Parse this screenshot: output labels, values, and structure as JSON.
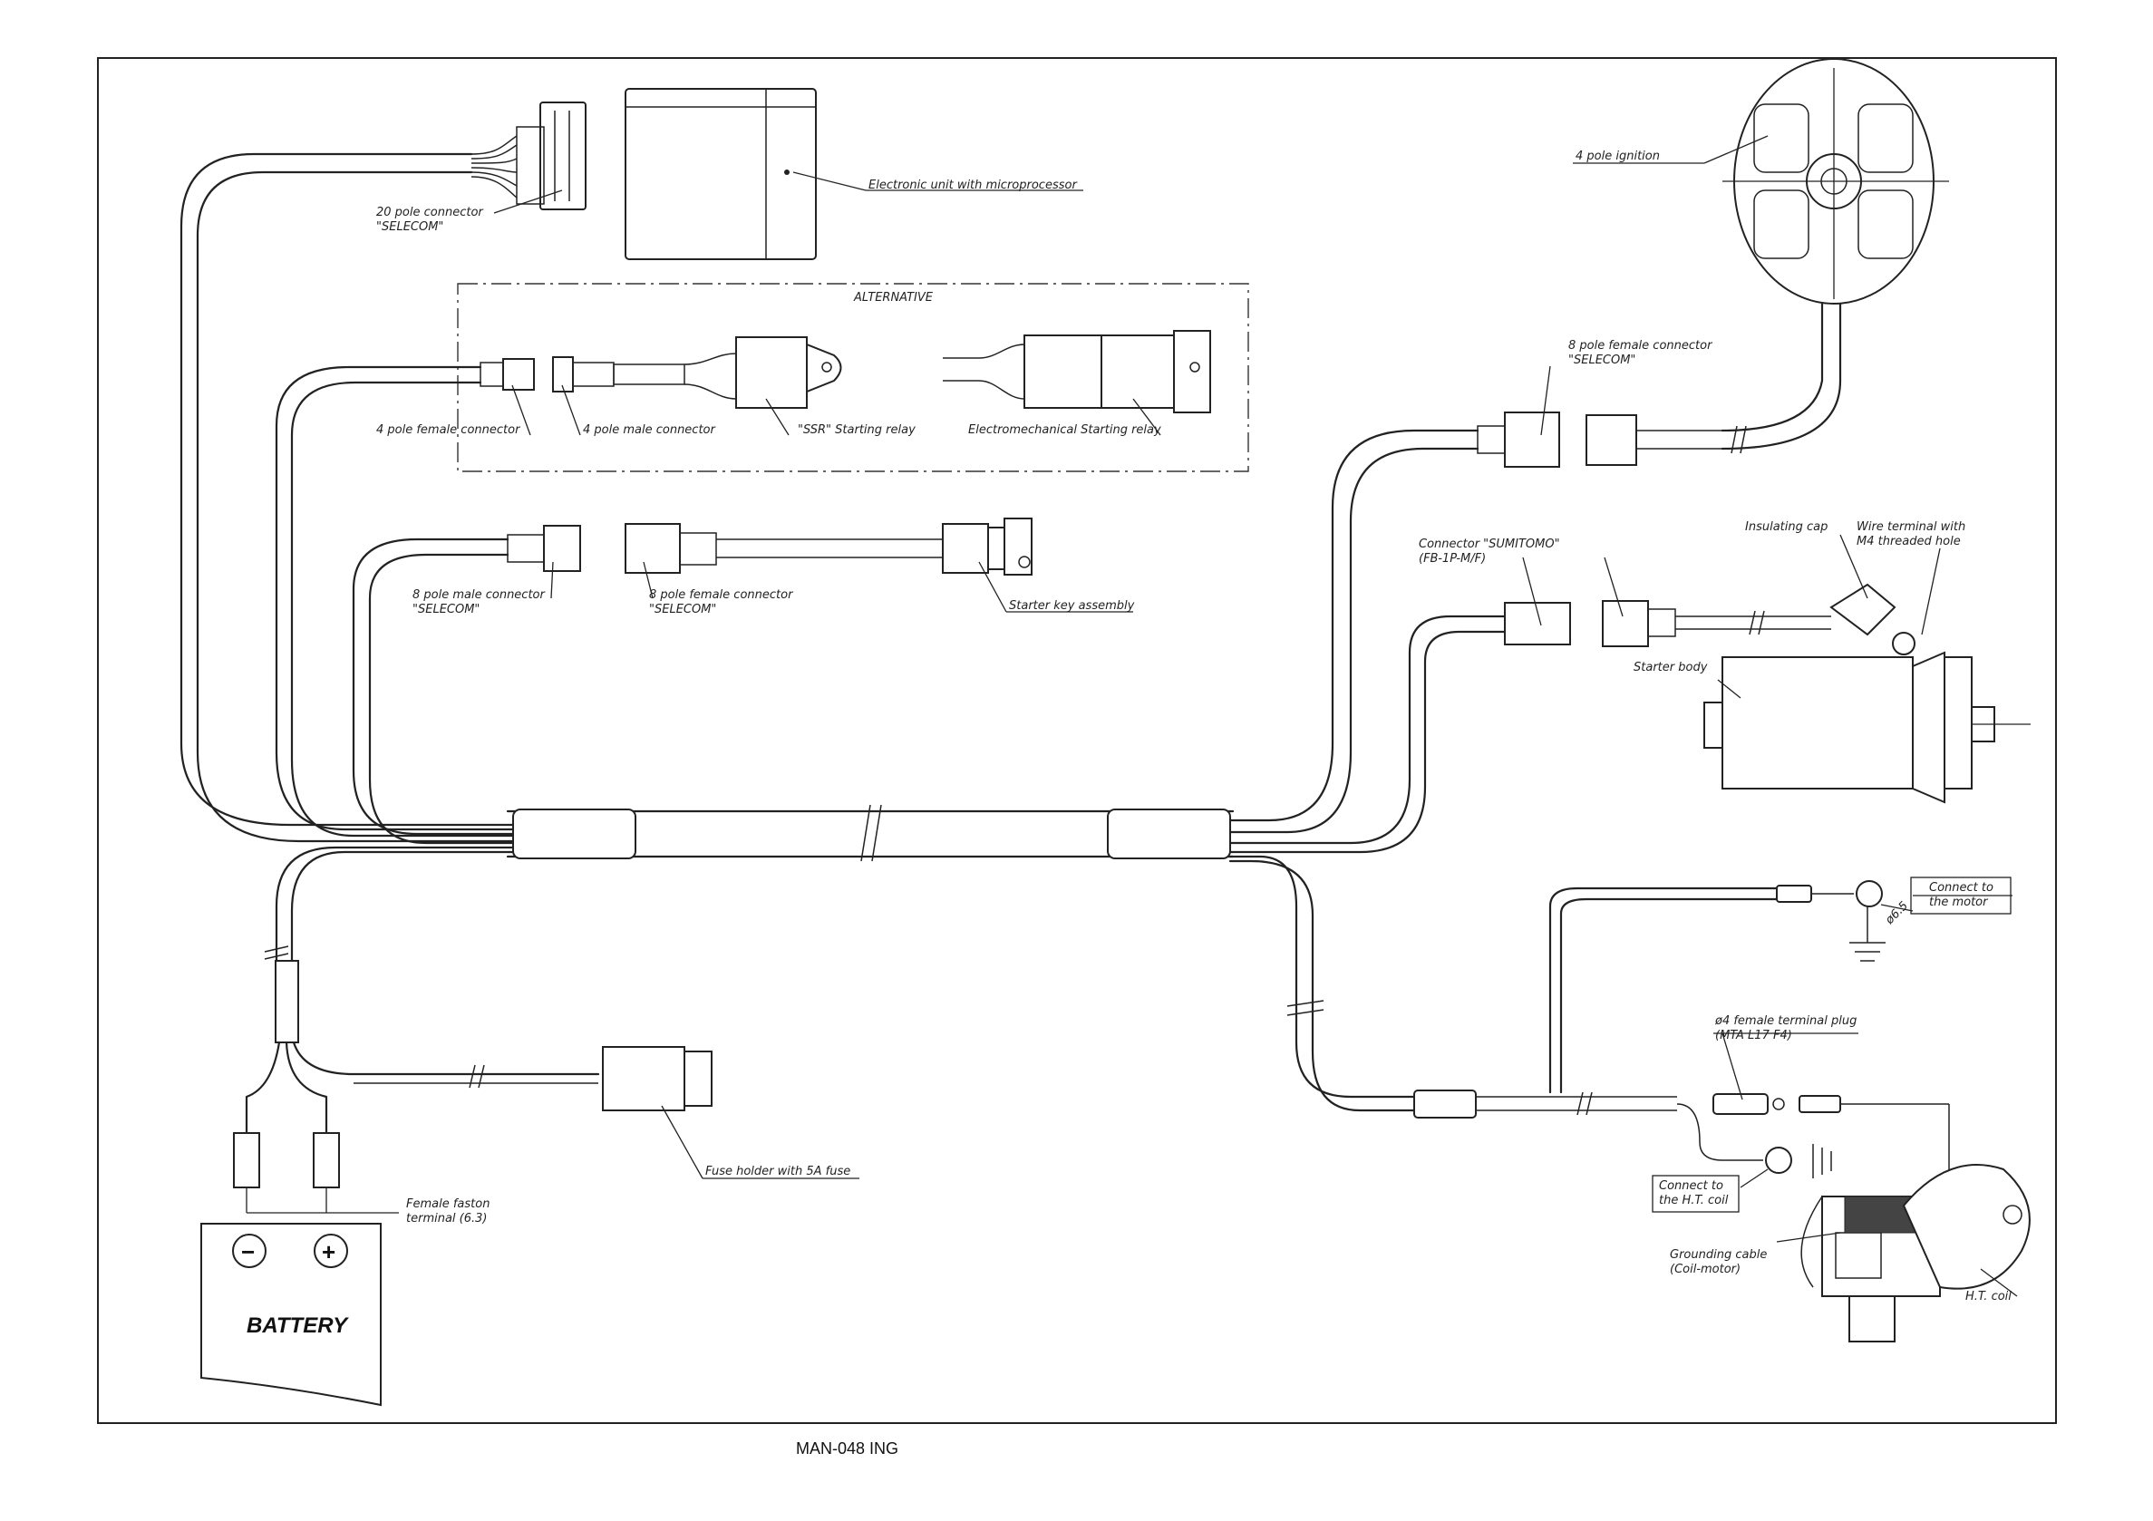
{
  "labels": {
    "ecu": "Electronic unit with microprocessor",
    "conn20_l1": "20 pole connector",
    "conn20_l2": "\"SELECOM\"",
    "alternative": "ALTERNATIVE",
    "female4": "4 pole female connector",
    "male4": "4 pole male connector",
    "ssr": "\"SSR\" Starting relay",
    "emr": "Electromechanical Starting relay",
    "male8_l1": "8 pole male connector",
    "male8_l2": "\"SELECOM\"",
    "female8_l1": "8 pole female connector",
    "female8_l2": "\"SELECOM\"",
    "key": "Starter key assembly",
    "ignition": "4 pole ignition",
    "female8r_l1": "8 pole female connector",
    "female8r_l2": "\"SELECOM\"",
    "sumitomo_l1": "Connector \"SUMITOMO\"",
    "sumitomo_l2": "(FB-1P-M/F)",
    "cap": "Insulating cap",
    "wire_l1": "Wire terminal with",
    "wire_l2": "M4 threaded hole",
    "starter": "Starter body",
    "motor_l1": "Connect to",
    "motor_l2": "the motor",
    "d65": "ø6.5",
    "plug_l1": "ø4 female terminal plug",
    "plug_l2": "(MTA L17 F4)",
    "htc_l1": "Connect to",
    "htc_l2": "the H.T. coil",
    "ground_l1": "Grounding cable",
    "ground_l2": "(Coil-motor)",
    "htcoil": "H.T. coil",
    "fuse": "Fuse holder with 5A fuse",
    "faston_l1": "Female faston",
    "faston_l2": "terminal (6.3)",
    "battery": "BATTERY",
    "minus": "−",
    "plus": "+"
  },
  "footer": "MAN-048 ING"
}
